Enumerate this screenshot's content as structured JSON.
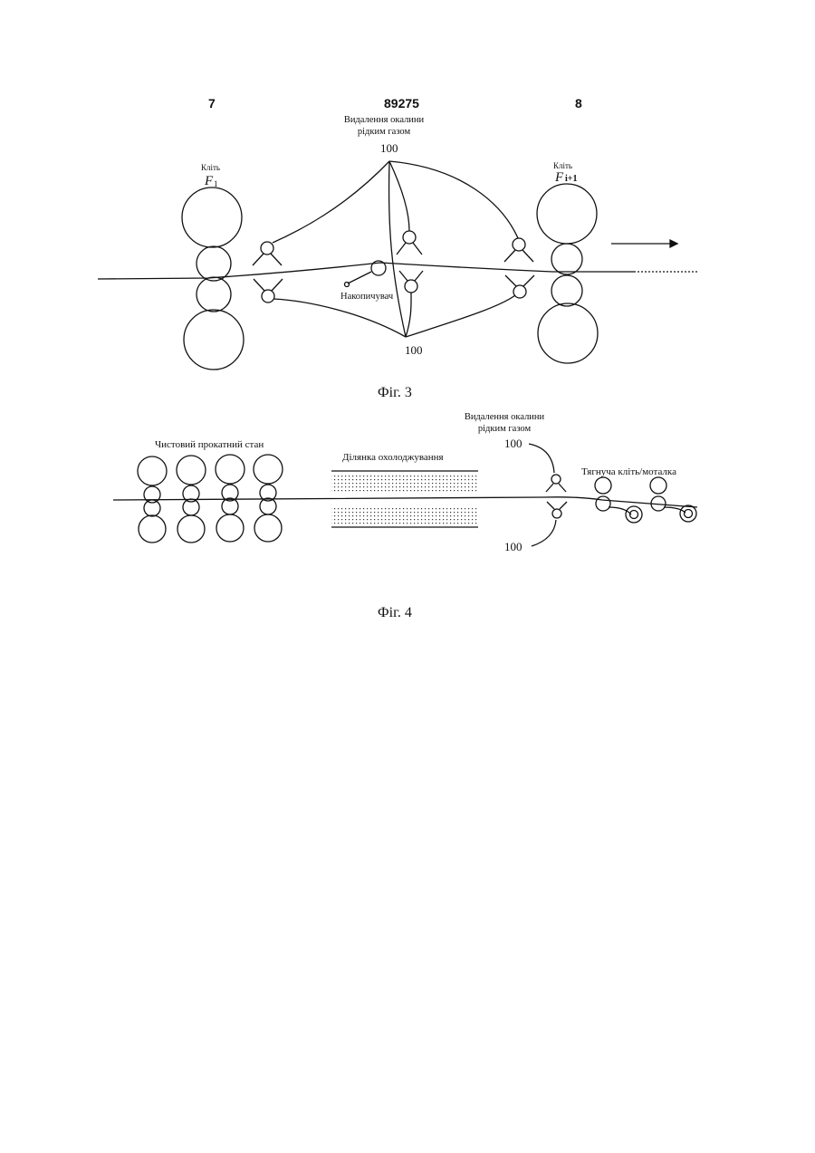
{
  "header": {
    "page_left": "7",
    "patent_number": "89275",
    "page_right": "8"
  },
  "fig3": {
    "descaling_title_line1": "Видалення окалини",
    "descaling_title_line2": "рідким газом",
    "ref_top": "100",
    "ref_bottom": "100",
    "stand_left_label": "Кліть",
    "stand_left_id": "F",
    "stand_left_sub": "1",
    "stand_right_label": "Кліть",
    "stand_right_id": "F",
    "stand_right_sub": "i+1",
    "accumulator_label": "Накопичувач",
    "caption": "Фіг. 3"
  },
  "fig4": {
    "finishing_mill_label": "Чистовий прокатний стан",
    "cooling_zone_label": "Ділянка охолоджування",
    "descaling_title_line1": "Видалення окалини",
    "descaling_title_line2": "рідким газом",
    "ref_top": "100",
    "ref_bottom": "100",
    "pinch_coiler_label": "Тягнуча кліть/моталка",
    "caption": "Фіг. 4"
  }
}
